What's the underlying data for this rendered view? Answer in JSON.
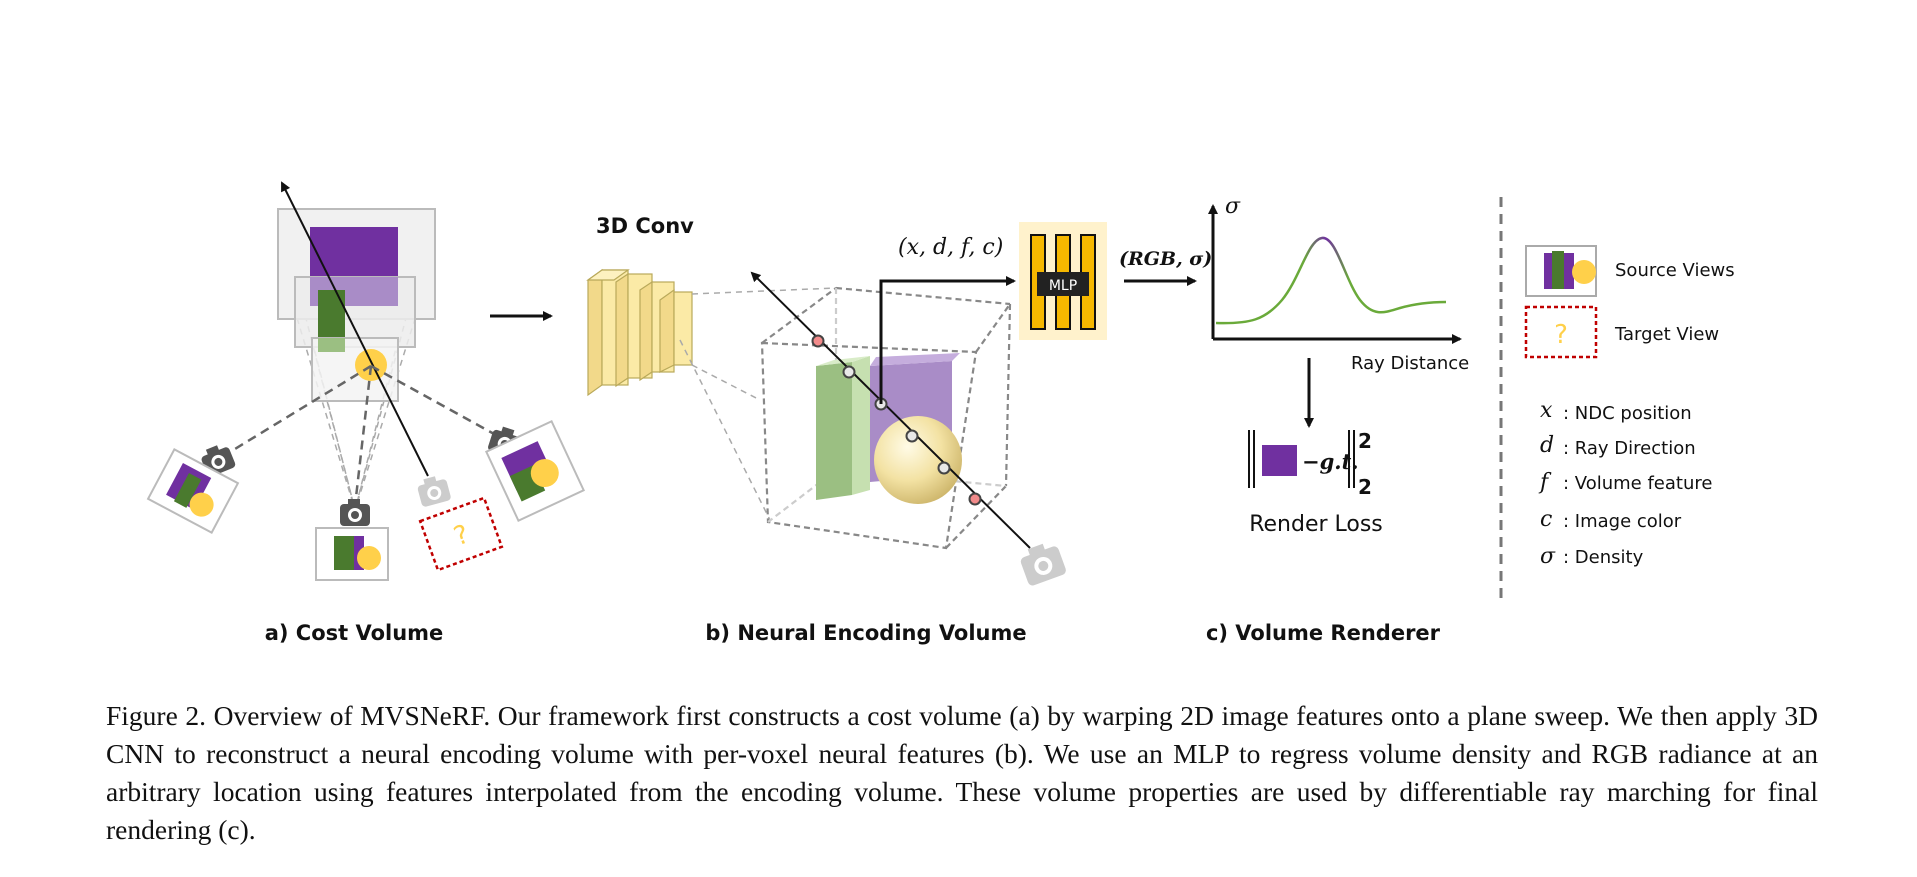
{
  "panel_a": {
    "caption": "a) Cost Volume"
  },
  "panel_b": {
    "caption": "b) Neural Encoding Volume",
    "conv_label": "3D Conv",
    "input_tuple": "(x, d, f, c)",
    "mlp_label": "MLP",
    "output_tuple": "(RGB, σ)"
  },
  "panel_c": {
    "caption": "c) Volume Renderer",
    "y_axis": "σ",
    "x_axis": "Ray Distance",
    "loss_gt": "−g.t.",
    "loss_sup": "2",
    "loss_sub": "2",
    "loss_label": "Render Loss"
  },
  "legend": {
    "source_views": "Source Views",
    "target_view": "Target View",
    "target_mark": "?",
    "symbols": [
      {
        "sym": "x",
        "text": ": NDC position"
      },
      {
        "sym": "d",
        "text": ": Ray Direction"
      },
      {
        "sym": "f",
        "text": ": Volume feature"
      },
      {
        "sym": "c",
        "text": ": Image color"
      },
      {
        "sym": "σ",
        "text": ": Density"
      }
    ]
  },
  "colors": {
    "purple": "#7030a0",
    "green": "#4a7a2e",
    "yellow": "#ffd04a",
    "mlp_yellow": "#f6b800",
    "curve_green": "#6aaa3a",
    "target_red": "#c00000"
  },
  "caption": "Figure 2. Overview of MVSNeRF. Our framework first constructs a cost volume (a) by warping 2D image features onto a plane sweep. We then apply 3D CNN to reconstruct a neural encoding volume with per-voxel neural features (b). We use an MLP to regress volume density and RGB radiance at an arbitrary location using features interpolated from the encoding volume. These volume properties are used by differentiable ray marching for final rendering (c)."
}
